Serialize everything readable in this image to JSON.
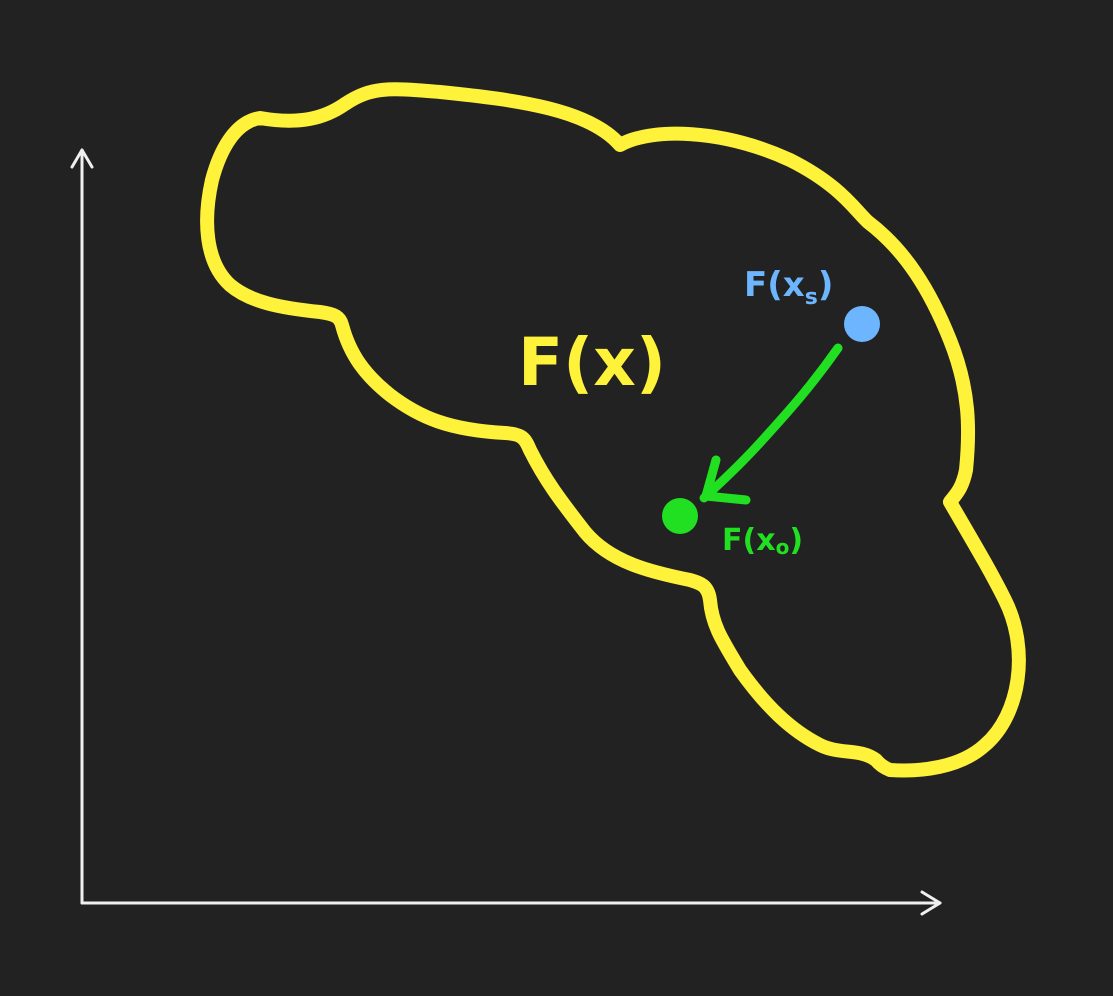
{
  "colors": {
    "background": "#222222",
    "axes": "#f0f0f0",
    "region_outline": "#fff23a",
    "start_point": "#6db6ff",
    "optimum_point": "#21e021",
    "arrow": "#21e021"
  },
  "labels": {
    "region": "F(x)",
    "start_base": "F(x",
    "start_sub": "s",
    "optimum_base": "F(x",
    "optimum_sub": "o",
    "close_paren": ")"
  }
}
